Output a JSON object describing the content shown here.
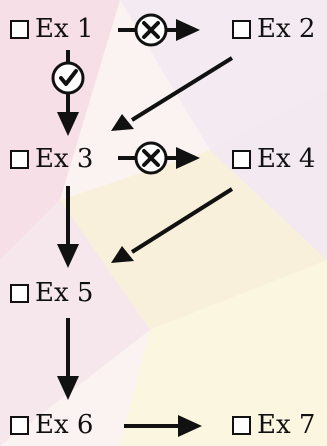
{
  "nodes": [
    {
      "id": "ex1",
      "label": "Ex 1"
    },
    {
      "id": "ex2",
      "label": "Ex 2"
    },
    {
      "id": "ex3",
      "label": "Ex 3"
    },
    {
      "id": "ex4",
      "label": "Ex 4"
    },
    {
      "id": "ex5",
      "label": "Ex 5"
    },
    {
      "id": "ex6",
      "label": "Ex 6"
    },
    {
      "id": "ex7",
      "label": "Ex 7"
    }
  ],
  "edges": [
    {
      "from": "Ex 1",
      "to": "Ex 2",
      "marker": "cross"
    },
    {
      "from": "Ex 1",
      "to": "Ex 3",
      "marker": "check"
    },
    {
      "from": "Ex 2",
      "to": "Ex 3",
      "marker": "none"
    },
    {
      "from": "Ex 3",
      "to": "Ex 4",
      "marker": "cross"
    },
    {
      "from": "Ex 3",
      "to": "Ex 5",
      "marker": "none"
    },
    {
      "from": "Ex 4",
      "to": "Ex 5",
      "marker": "none"
    },
    {
      "from": "Ex 5",
      "to": "Ex 6",
      "marker": "none"
    },
    {
      "from": "Ex 6",
      "to": "Ex 7",
      "marker": "none"
    }
  ],
  "marker_icons": {
    "cross": "x-mark-icon",
    "check": "checkmark-icon"
  },
  "colors": {
    "ink": "#111111",
    "background_tints": [
      "#f7e3ec",
      "#f8f1d6",
      "#efe6f3",
      "#fbf6dd"
    ]
  }
}
